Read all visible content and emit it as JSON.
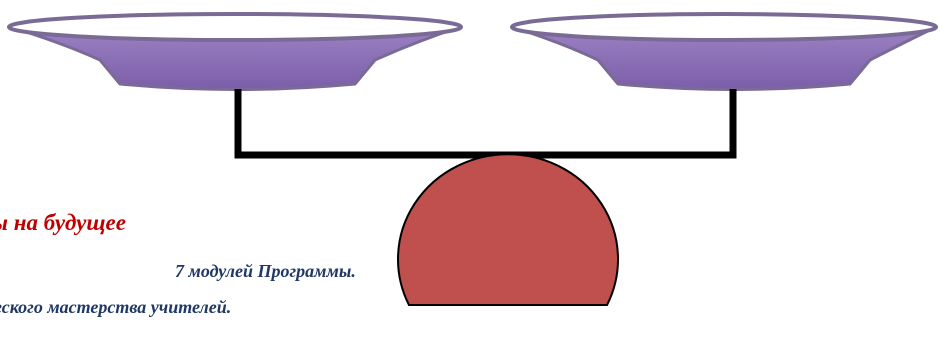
{
  "text_lines": [
    "ы на будущее",
    "7 модулей Программы.",
    "еского мастерства учителей."
  ],
  "colors": {
    "pan_fill": "#8064a2",
    "pan_stroke": "#7a6a96",
    "pan_rim_fill": "#ffffff",
    "beam": "#000000",
    "weight_fill": "#c0504d",
    "weight_stroke": "#000000",
    "text_red": "#c00000",
    "text_blue": "#1f3864"
  }
}
